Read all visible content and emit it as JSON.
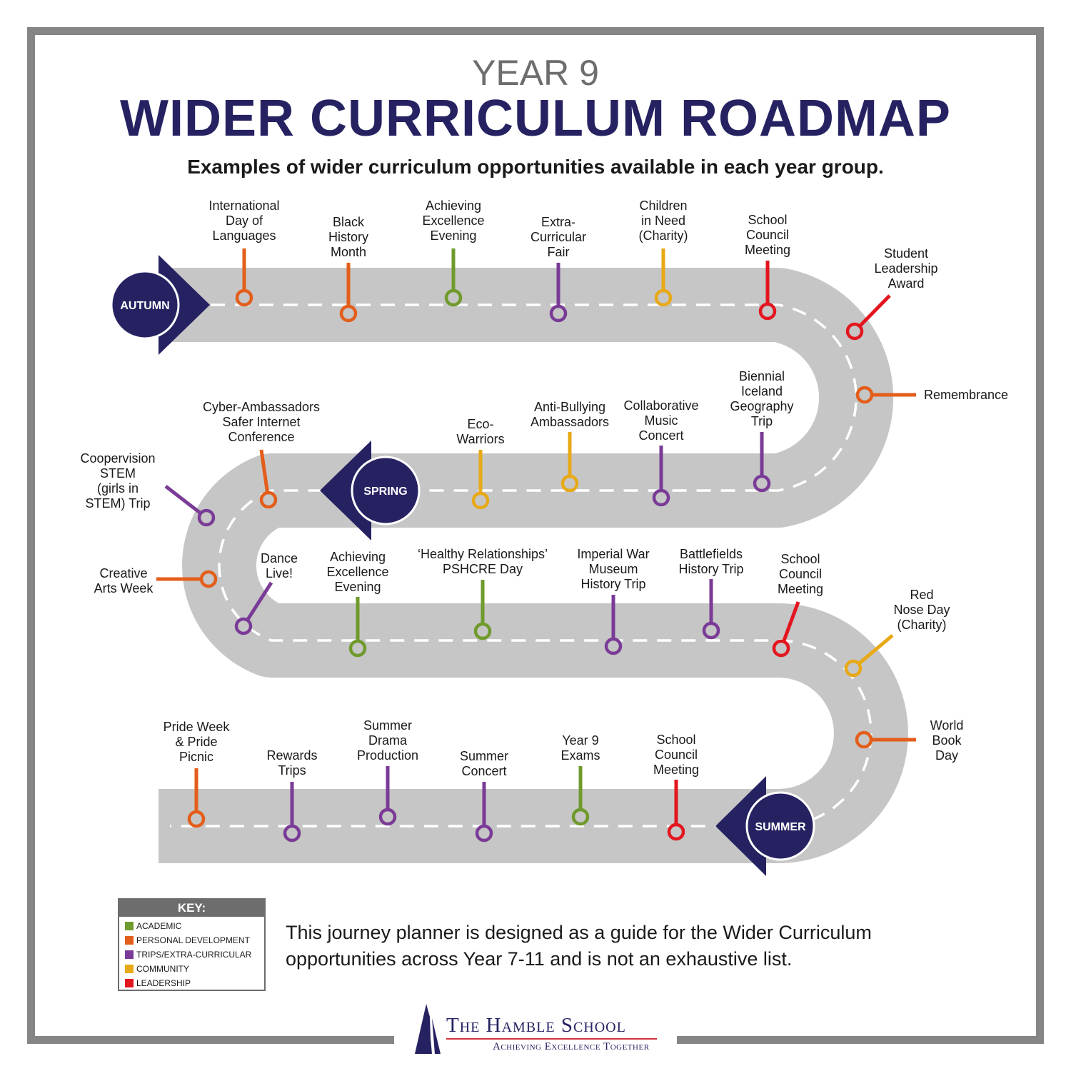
{
  "header": {
    "year": "YEAR 9",
    "title": "WIDER CURRICULUM ROADMAP",
    "subtitle": "Examples of wider curriculum opportunities available in each year group."
  },
  "colors": {
    "academic": "#6f9a2c",
    "personal": "#e35e1a",
    "trips": "#7a3b97",
    "community": "#e8a917",
    "leadership": "#e3161f",
    "navy": "#262262",
    "road": "#c6c6c6",
    "frame": "#858585"
  },
  "seasons": [
    {
      "label": "AUTUMN",
      "direction": "right"
    },
    {
      "label": "SPRING",
      "direction": "left"
    },
    {
      "label": "SUMMER",
      "direction": "left"
    }
  ],
  "events": [
    {
      "label": "International\nDay of\nLanguages",
      "category": "personal",
      "season": "autumn"
    },
    {
      "label": "Black\nHistory\nMonth",
      "category": "personal",
      "season": "autumn"
    },
    {
      "label": "Achieving\nExcellence\nEvening",
      "category": "academic",
      "season": "autumn"
    },
    {
      "label": "Extra-\nCurricular\nFair",
      "category": "trips",
      "season": "autumn"
    },
    {
      "label": "Children\nin Need\n(Charity)",
      "category": "community",
      "season": "autumn"
    },
    {
      "label": "School\nCouncil\nMeeting",
      "category": "leadership",
      "season": "autumn"
    },
    {
      "label": "Student\nLeadership\nAward",
      "category": "leadership",
      "season": "autumn"
    },
    {
      "label": "Remembrance",
      "category": "personal",
      "season": "autumn"
    },
    {
      "label": "Biennial\nIceland\nGeography\nTrip",
      "category": "trips",
      "season": "autumn"
    },
    {
      "label": "Collaborative\nMusic\nConcert",
      "category": "trips",
      "season": "autumn"
    },
    {
      "label": "Anti-Bullying\nAmbassadors",
      "category": "community",
      "season": "autumn"
    },
    {
      "label": "Eco-\nWarriors",
      "category": "community",
      "season": "autumn"
    },
    {
      "label": "Cyber-Ambassadors\nSafer Internet\nConference",
      "category": "personal",
      "season": "spring"
    },
    {
      "label": "Coopervision\nSTEM\n(girls in\nSTEM) Trip",
      "category": "trips",
      "season": "spring"
    },
    {
      "label": "Creative\nArts Week",
      "category": "personal",
      "season": "spring"
    },
    {
      "label": "Dance\nLive!",
      "category": "trips",
      "season": "spring"
    },
    {
      "label": "Achieving\nExcellence\nEvening",
      "category": "academic",
      "season": "spring"
    },
    {
      "label": "‘Healthy Relationships’\nPSHCRE Day",
      "category": "academic",
      "season": "spring"
    },
    {
      "label": "Imperial War\nMuseum\nHistory Trip",
      "category": "trips",
      "season": "spring"
    },
    {
      "label": "Battlefields\nHistory Trip",
      "category": "trips",
      "season": "spring"
    },
    {
      "label": "School\nCouncil\nMeeting",
      "category": "leadership",
      "season": "spring"
    },
    {
      "label": "Red\nNose Day\n(Charity)",
      "category": "community",
      "season": "spring"
    },
    {
      "label": "World\nBook\nDay",
      "category": "personal",
      "season": "spring"
    },
    {
      "label": "School\nCouncil\nMeeting",
      "category": "leadership",
      "season": "summer"
    },
    {
      "label": "Year 9\nExams",
      "category": "academic",
      "season": "summer"
    },
    {
      "label": "Summer\nConcert",
      "category": "trips",
      "season": "summer"
    },
    {
      "label": "Summer\nDrama\nProduction",
      "category": "trips",
      "season": "summer"
    },
    {
      "label": "Rewards\nTrips",
      "category": "trips",
      "season": "summer"
    },
    {
      "label": "Pride Week\n& Pride\nPicnic",
      "category": "personal",
      "season": "summer"
    }
  ],
  "key": {
    "title": "KEY:",
    "items": [
      {
        "label": "ACADEMIC",
        "category": "academic"
      },
      {
        "label": "PERSONAL DEVELOPMENT",
        "category": "personal"
      },
      {
        "label": "TRIPS/EXTRA-CURRICULAR",
        "category": "trips"
      },
      {
        "label": "COMMUNITY",
        "category": "community"
      },
      {
        "label": "LEADERSHIP",
        "category": "leadership"
      }
    ]
  },
  "note": "This journey planner is designed as a guide for the Wider Curriculum opportunities across Year 7-11 and is not an exhaustive list.",
  "logo": {
    "name": "The Hamble School",
    "tagline": "Achieving Excellence Together"
  }
}
